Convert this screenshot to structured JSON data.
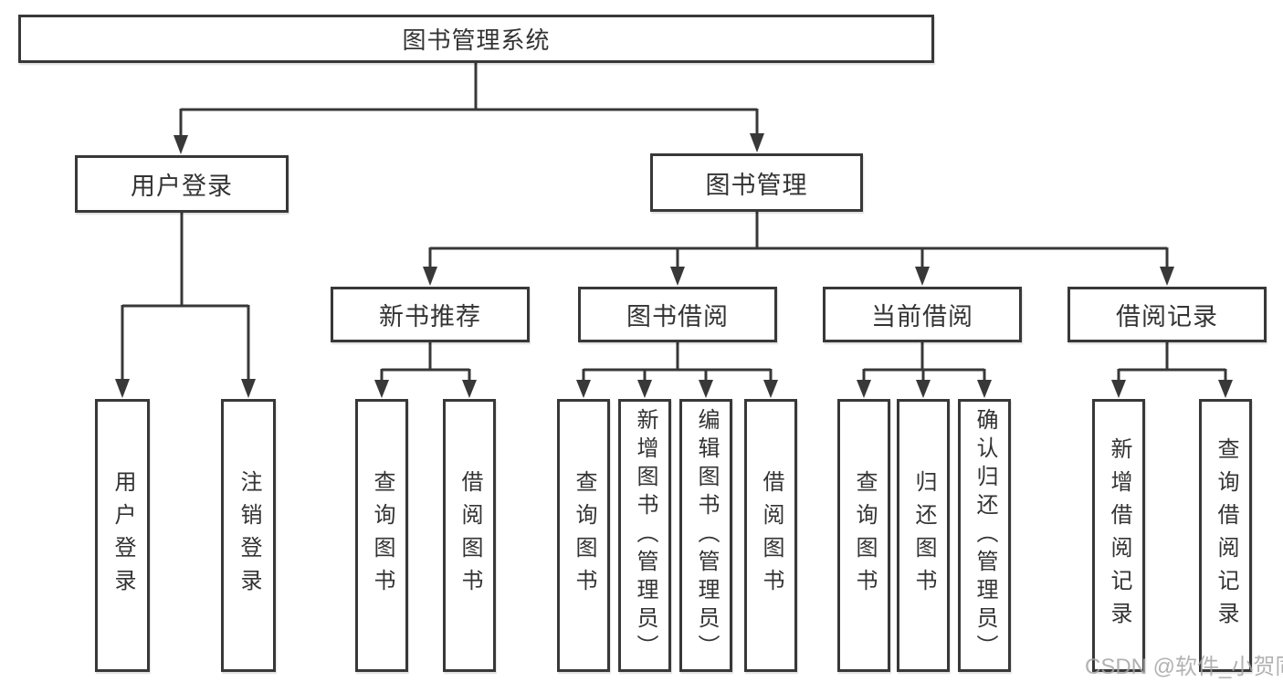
{
  "diagram": {
    "title": "图书管理系统",
    "root": {
      "label": "图书管理系统"
    },
    "level2": [
      {
        "label": "用户登录"
      },
      {
        "label": "图书管理"
      }
    ],
    "level3": [
      {
        "label": "新书推荐"
      },
      {
        "label": "图书借阅"
      },
      {
        "label": "当前借阅"
      },
      {
        "label": "借阅记录"
      }
    ],
    "leaves": [
      {
        "label": "用户登录",
        "parent": "用户登录"
      },
      {
        "label": "注销登录",
        "parent": "用户登录"
      },
      {
        "label": "查询图书",
        "parent": "新书推荐"
      },
      {
        "label": "借阅图书",
        "parent": "新书推荐"
      },
      {
        "label": "查询图书",
        "parent": "图书借阅"
      },
      {
        "label": "新增图书（管理员）",
        "parent": "图书借阅"
      },
      {
        "label": "编辑图书（管理员）",
        "parent": "图书借阅"
      },
      {
        "label": "借阅图书",
        "parent": "图书借阅"
      },
      {
        "label": "查询图书",
        "parent": "当前借阅"
      },
      {
        "label": "归还图书",
        "parent": "当前借阅"
      },
      {
        "label": "确认归还（管理员）",
        "parent": "当前借阅"
      },
      {
        "label": "新增借阅记录",
        "parent": "借阅记录"
      },
      {
        "label": "查询借阅记录",
        "parent": "借阅记录"
      }
    ]
  },
  "watermark": {
    "text": "CSDN @软件_小贺同学"
  },
  "colors": {
    "line": "#383838",
    "text": "#333333",
    "background": "#ffffff",
    "watermark": "#a5a5a5"
  }
}
